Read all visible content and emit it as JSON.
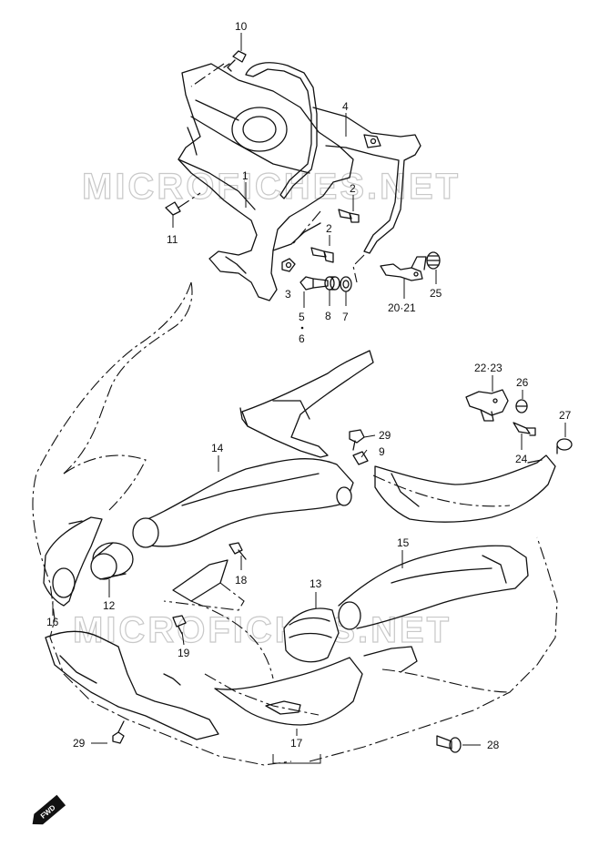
{
  "watermark": "MICROFICHES.NET",
  "fwd_label": "FWD",
  "labels": {
    "p10": "10",
    "p4": "4",
    "p1": "1",
    "p2a": "2",
    "p2b": "2",
    "p11": "11",
    "p3": "3",
    "p5": "5",
    "p6": "6",
    "p8": "8",
    "p7": "7",
    "p20_21": "20·21",
    "p25": "25",
    "p22_23": "22·23",
    "p26": "26",
    "p27": "27",
    "p24": "24",
    "p29a": "29",
    "p9": "9",
    "p14": "14",
    "p15": "15",
    "p18": "18",
    "p12": "12",
    "p16": "16",
    "p13": "13",
    "p19": "19",
    "p29b": "29",
    "p17": "17",
    "p28": "28"
  }
}
